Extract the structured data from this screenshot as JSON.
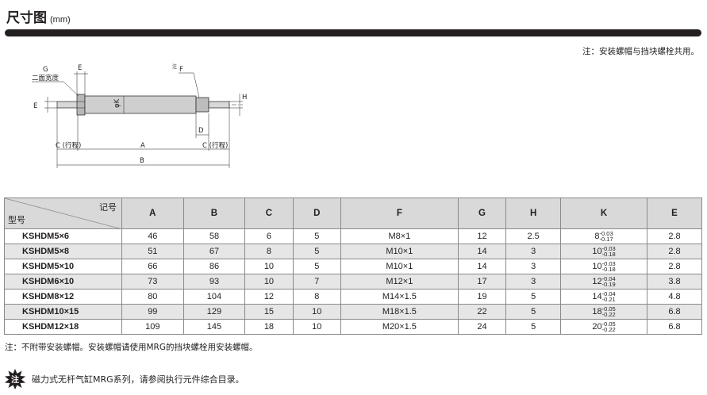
{
  "header": {
    "title": "尺寸图",
    "unit": "(mm)",
    "note": "注：安装螺帽与挡块螺栓共用。"
  },
  "drawing": {
    "labels": {
      "g": "G",
      "g_desc": "二面宽度",
      "e": "E",
      "note_mark": "注",
      "f": "F",
      "k": "φK",
      "e_side": "E",
      "h": "H",
      "d": "D",
      "c_left": "C (行程)",
      "a": "A",
      "c_right": "C (行程)",
      "b": "B"
    }
  },
  "table": {
    "corner_top": "记号",
    "corner_bottom": "型号",
    "columns": [
      "A",
      "B",
      "C",
      "D",
      "F",
      "G",
      "H",
      "K",
      "E"
    ],
    "rows": [
      {
        "model": "KSHDM5×6",
        "A": "46",
        "B": "58",
        "C": "6",
        "D": "5",
        "F": "M8×1",
        "G": "12",
        "H": "2.5",
        "K": "8",
        "K_up": "-0.03",
        "K_low": "-0.17",
        "E": "2.8"
      },
      {
        "model": "KSHDM5×8",
        "A": "51",
        "B": "67",
        "C": "8",
        "D": "5",
        "F": "M10×1",
        "G": "14",
        "H": "3",
        "K": "10",
        "K_up": "-0.03",
        "K_low": "-0.18",
        "E": "2.8"
      },
      {
        "model": "KSHDM5×10",
        "A": "66",
        "B": "86",
        "C": "10",
        "D": "5",
        "F": "M10×1",
        "G": "14",
        "H": "3",
        "K": "10",
        "K_up": "-0.03",
        "K_low": "-0.18",
        "E": "2.8"
      },
      {
        "model": "KSHDM6×10",
        "A": "73",
        "B": "93",
        "C": "10",
        "D": "7",
        "F": "M12×1",
        "G": "17",
        "H": "3",
        "K": "12",
        "K_up": "-0.04",
        "K_low": "-0.19",
        "E": "3.8"
      },
      {
        "model": "KSHDM8×12",
        "A": "80",
        "B": "104",
        "C": "12",
        "D": "8",
        "F": "M14×1.5",
        "G": "19",
        "H": "5",
        "K": "14",
        "K_up": "-0.04",
        "K_low": "-0.21",
        "E": "4.8"
      },
      {
        "model": "KSHDM10×15",
        "A": "99",
        "B": "129",
        "C": "15",
        "D": "10",
        "F": "M18×1.5",
        "G": "22",
        "H": "5",
        "K": "18",
        "K_up": "-0.05",
        "K_low": "-0.22",
        "E": "6.8"
      },
      {
        "model": "KSHDM12×18",
        "A": "109",
        "B": "145",
        "C": "18",
        "D": "10",
        "F": "M20×1.5",
        "G": "24",
        "H": "5",
        "K": "20",
        "K_up": "-0.05",
        "K_low": "-0.22",
        "E": "6.8"
      }
    ]
  },
  "footer": {
    "note": "注：不附带安装螺帽。安装螺帽请使用MRG的挡块螺栓用安装螺帽。",
    "badge": "注",
    "reference": "磁力式无杆气缸MRG系列，请参阅执行元件综合目录。"
  }
}
